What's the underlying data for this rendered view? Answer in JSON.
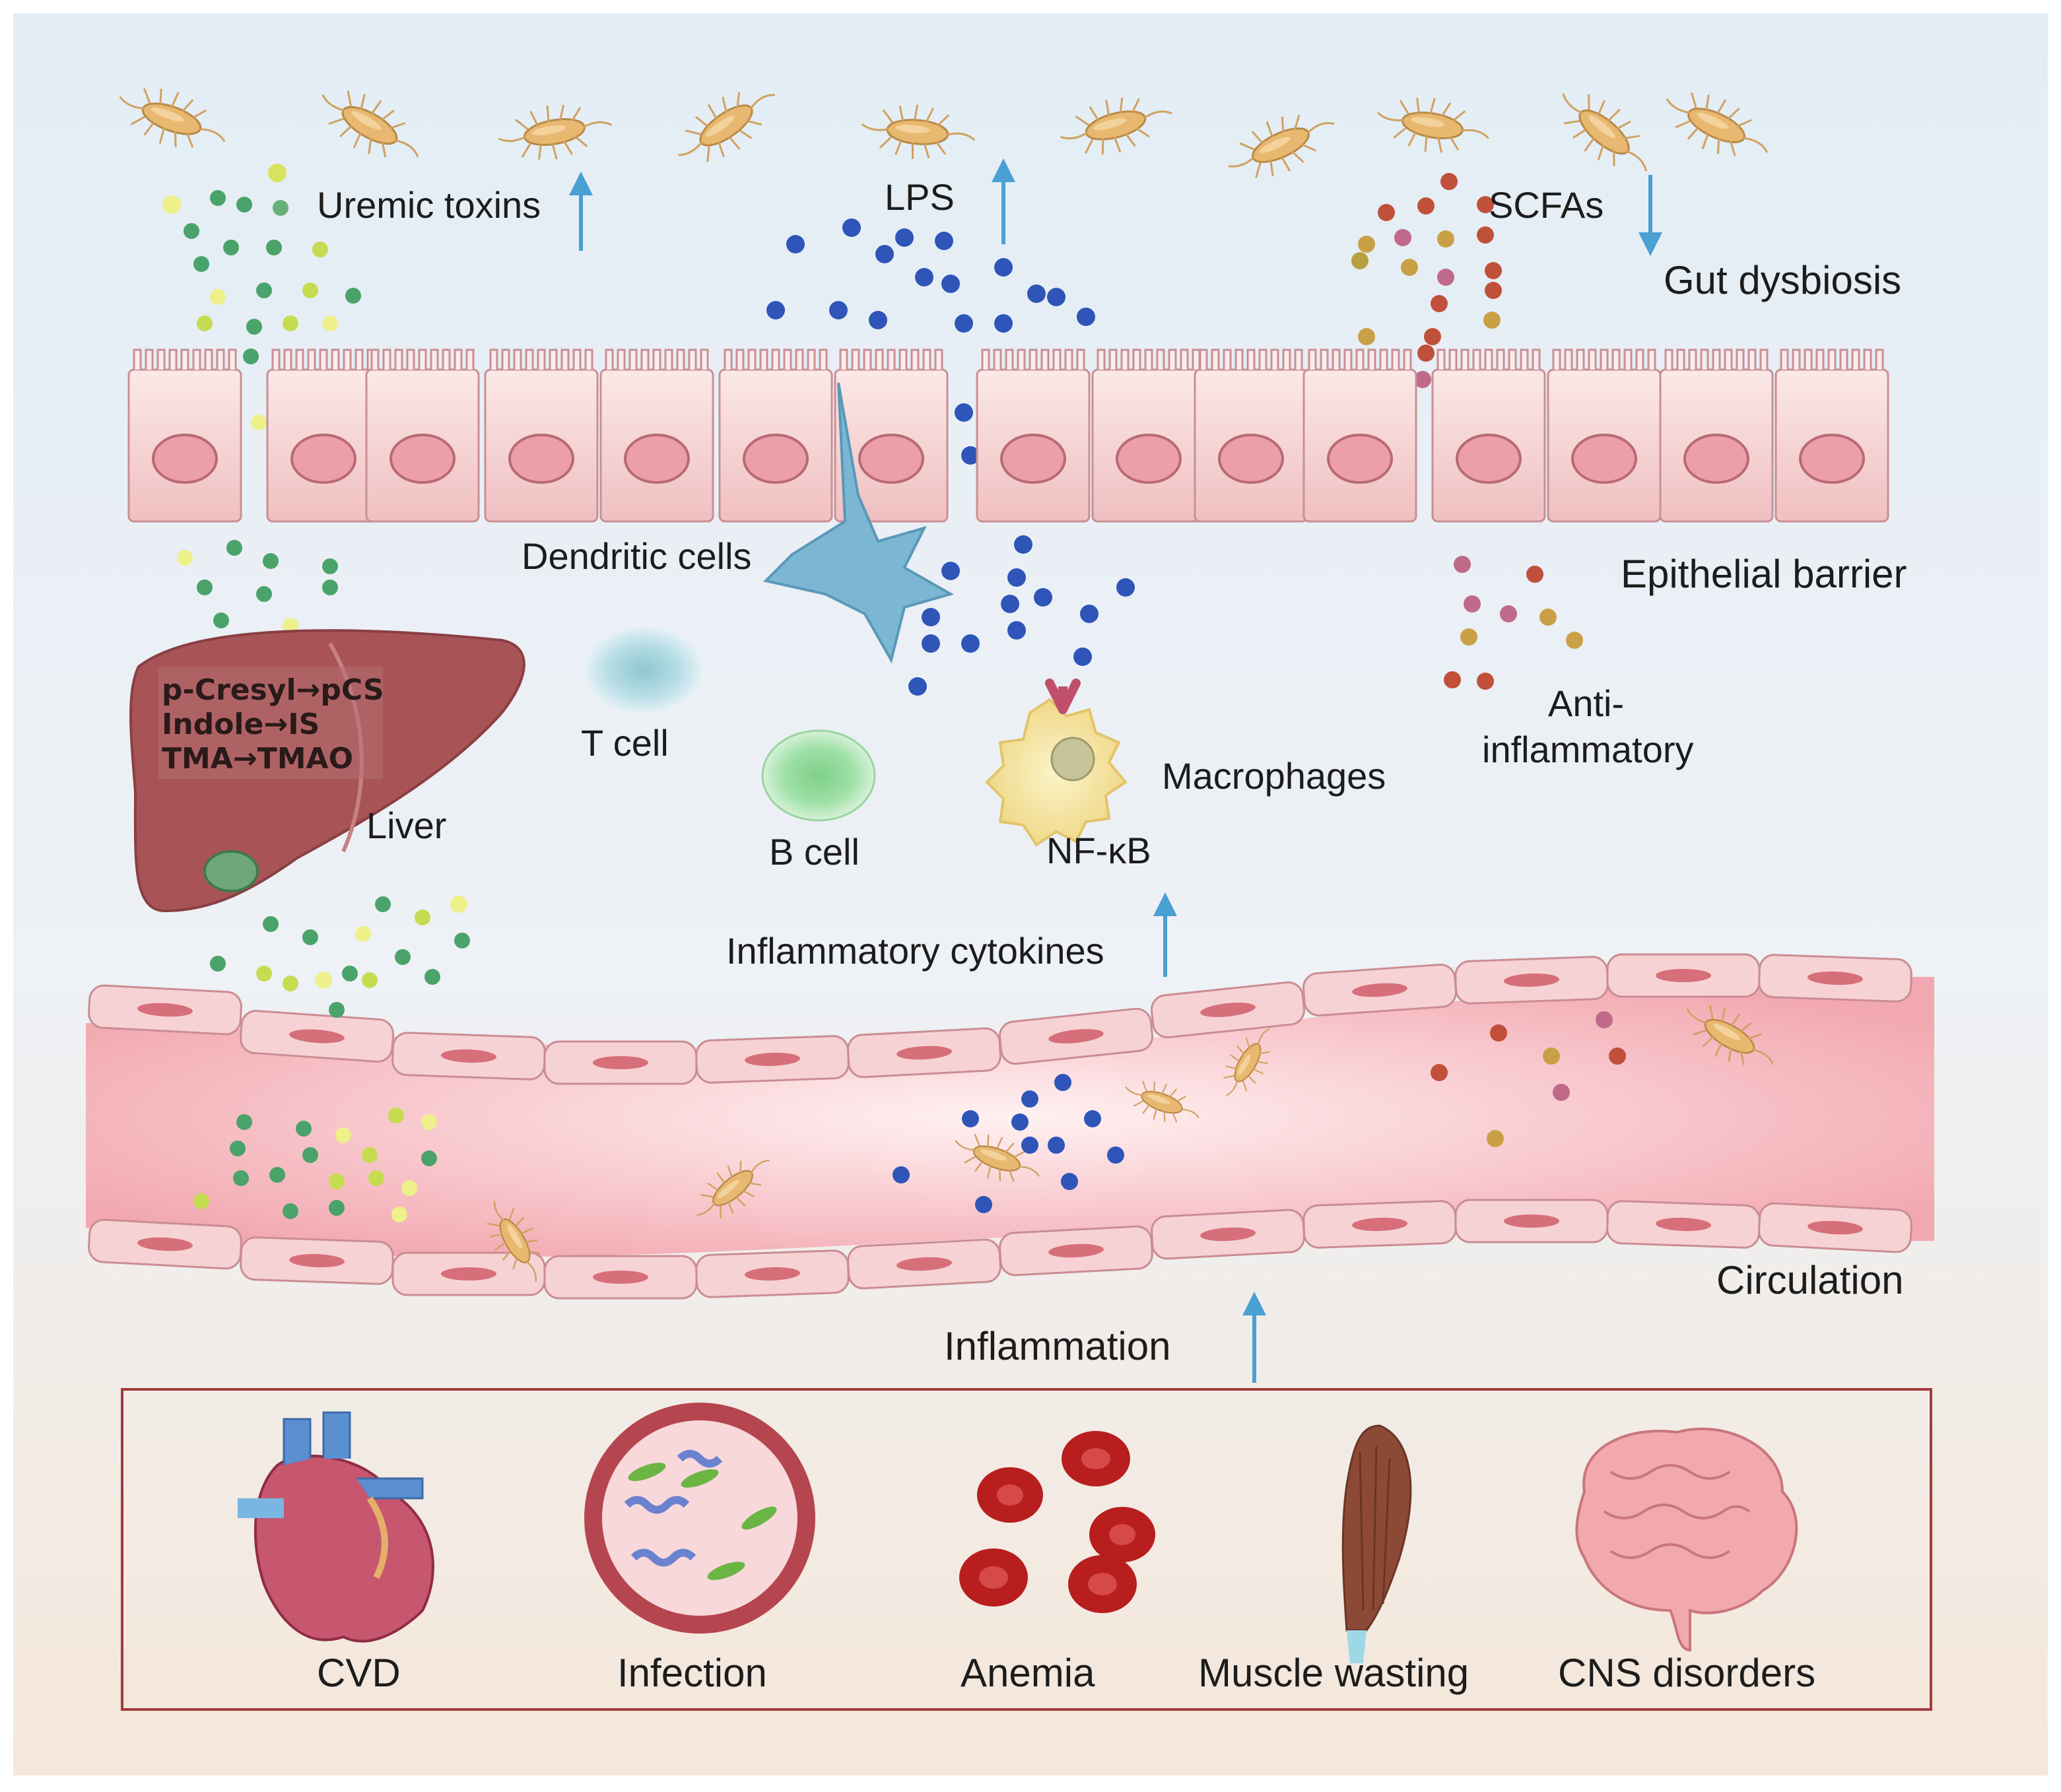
{
  "labels": {
    "uremic_toxins": "Uremic toxins",
    "lps": "LPS",
    "scfas": "SCFAs",
    "gut_dysbiosis": "Gut dysbiosis",
    "dendritic_cells": "Dendritic cells",
    "epithelial_barrier": "Epithelial barrier",
    "t_cell": "T cell",
    "b_cell": "B cell",
    "macrophages": "Macrophages",
    "nfkb": "NF-κB",
    "anti_inflammatory_line1": "Anti-",
    "anti_inflammatory_line2": "inflammatory",
    "liver": "Liver",
    "liver_line1": "p-Cresyl→pCS",
    "liver_line2": "Indole→IS",
    "liver_line3": "TMA→TMAO",
    "inflammatory_cytokines": "Inflammatory cytokines",
    "circulation": "Circulation",
    "inflammation": "Inflammation"
  },
  "diseases": [
    {
      "label": "CVD",
      "icon": "heart-icon"
    },
    {
      "label": "Infection",
      "icon": "infection-icon"
    },
    {
      "label": "Anemia",
      "icon": "red-blood-cells-icon"
    },
    {
      "label": "Muscle wasting",
      "icon": "muscle-icon"
    },
    {
      "label": "CNS disorders",
      "icon": "brain-icon"
    }
  ],
  "colors": {
    "arrow": "#4a9fd3",
    "lps": "#2f55b8",
    "toxin_green": "#4aa36a",
    "toxin_yellow": "#d4e05a",
    "scfa_red": "#c0503a",
    "scfa_olive": "#b8a040",
    "cell_fill": "#f4cccc",
    "nucleus": "#e59aa6",
    "vessel": "#f0a2ac",
    "frame": "#a33a3a"
  }
}
